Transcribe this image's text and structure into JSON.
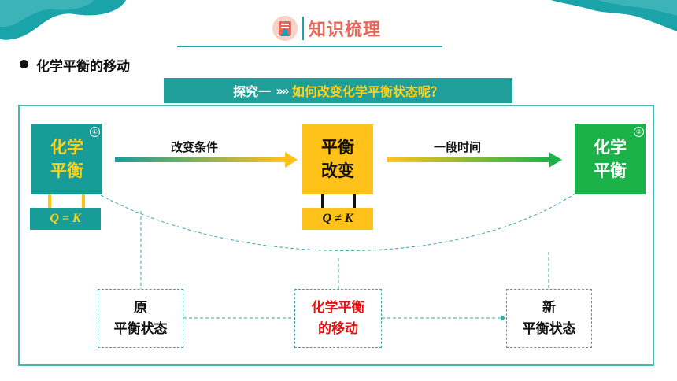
{
  "header": {
    "title": "知识梳理",
    "icon": "flask-book-icon"
  },
  "section": {
    "bullet": "化学平衡的移动"
  },
  "explore": {
    "prefix": "探究一",
    "arrows": "»»",
    "question": "如何改变化学平衡状态呢？"
  },
  "flow": {
    "box1": {
      "line1": "化学",
      "line2": "平衡",
      "badge": "①",
      "equation": "Q = K"
    },
    "box2": {
      "line1": "平衡",
      "line2": "改变",
      "equation": "Q ≠ K"
    },
    "box3": {
      "line1": "化学",
      "line2": "平衡",
      "badge": "②"
    },
    "arrow1_label": "改变条件",
    "arrow2_label": "一段时间"
  },
  "bottom": {
    "orig": {
      "line1": "原",
      "line2": "平衡状态"
    },
    "shift": {
      "line1": "化学平衡",
      "line2": "的移动"
    },
    "new": {
      "line1": "新",
      "line2": "平衡状态"
    }
  },
  "colors": {
    "teal": "#189c98",
    "yellow": "#ffc21a",
    "green": "#1cb24a",
    "red": "#e81010",
    "title_red": "#e8675a"
  }
}
